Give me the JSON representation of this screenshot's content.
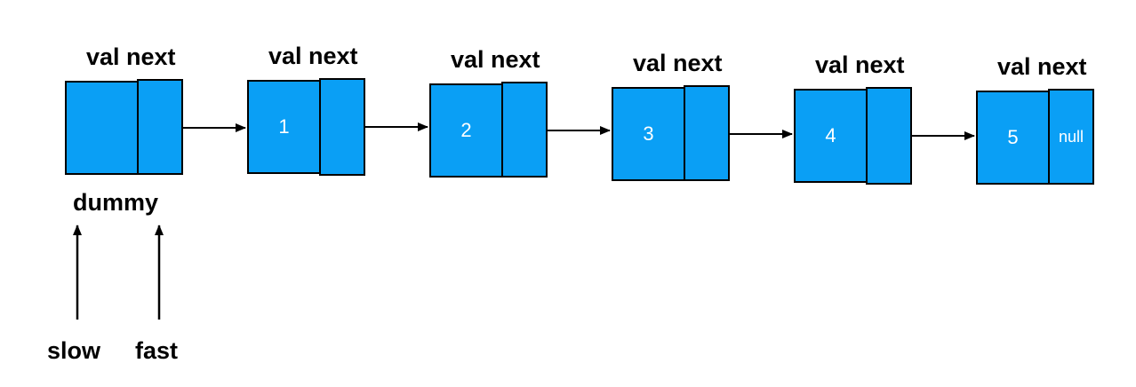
{
  "nodes": [
    {
      "header": "val next",
      "val": "",
      "next": ""
    },
    {
      "header": "val next",
      "val": "1",
      "next": ""
    },
    {
      "header": "val next",
      "val": "2",
      "next": ""
    },
    {
      "header": "val next",
      "val": "3",
      "next": ""
    },
    {
      "header": "val next",
      "val": "4",
      "next": ""
    },
    {
      "header": "val next",
      "val": "5",
      "next": "null"
    }
  ],
  "labels": {
    "dummy": "dummy",
    "slow": "slow",
    "fast": "fast"
  },
  "colors": {
    "node_fill": "#0a9ff5",
    "stroke": "#000000",
    "node_text": "#ffffff"
  }
}
